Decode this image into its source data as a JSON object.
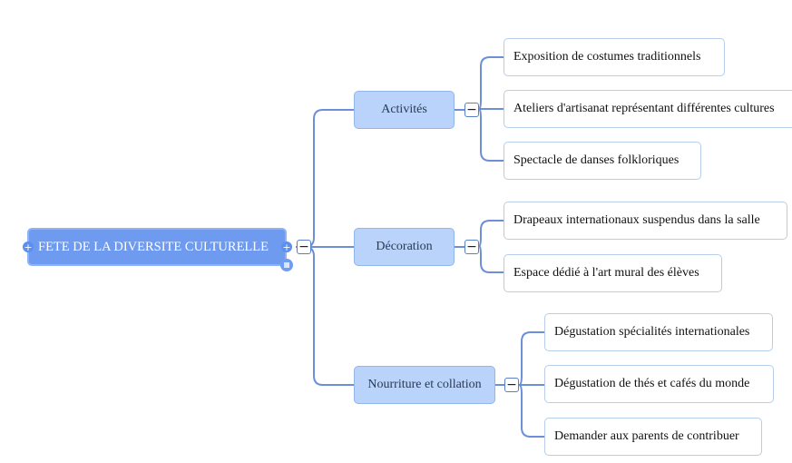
{
  "root": {
    "label": "FETE DE LA DIVERSITE CULTURELLE"
  },
  "branches": [
    {
      "label": "Activités",
      "children": [
        "Exposition de costumes traditionnels",
        "Ateliers d'artisanat représentant différentes cultures",
        "Spectacle de danses folkloriques"
      ]
    },
    {
      "label": "Décoration",
      "children": [
        "Drapeaux internationaux suspendus dans la salle",
        "Espace dédié à l'art mural des élèves"
      ]
    },
    {
      "label": "Nourriture et collation",
      "children": [
        "Dégustation spécialités internationales",
        "Dégustation de thés et cafés du monde",
        "Demander aux parents de contribuer"
      ]
    }
  ],
  "controls": {
    "collapse_symbol": "−",
    "expand_symbol": "+"
  },
  "colors": {
    "link": "#6d8fd8",
    "root_fill": "#6e9bf0",
    "branch_fill": "#b9d3fb"
  }
}
